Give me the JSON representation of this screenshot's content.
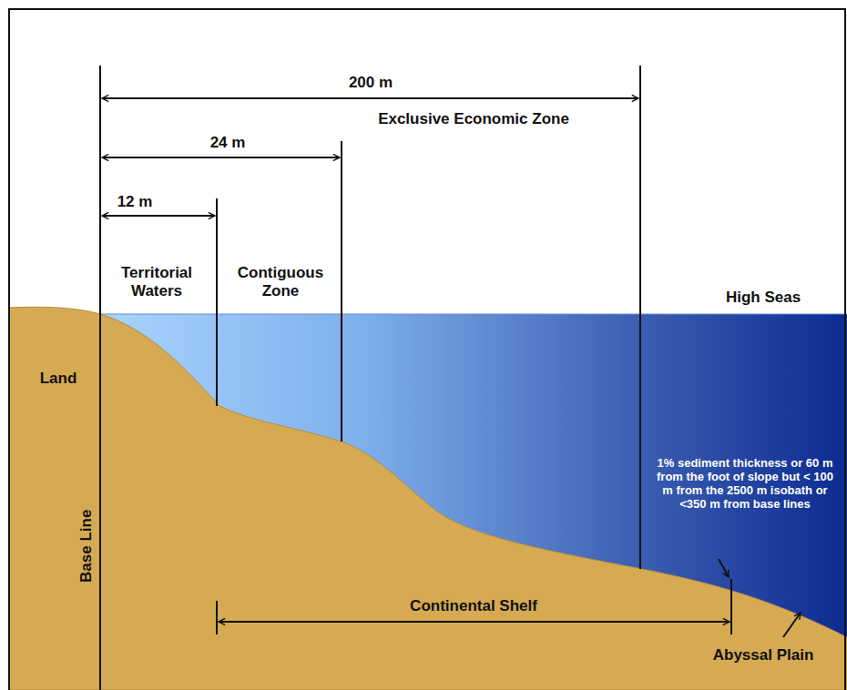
{
  "diagram": {
    "labels": [
      "200 m",
      "Exclusive Economic Zone",
      "24 m",
      "12 m",
      "Territorial Waters",
      "Contiguous Zone",
      "High Seas",
      "Land",
      "Base Line",
      "1% sediment thickness or 60 m from the foot of slope but < 100 m from the 2500 m isobath or <350 m from base lines",
      "Continental Shelf",
      "Abyssal Plain"
    ]
  }
}
